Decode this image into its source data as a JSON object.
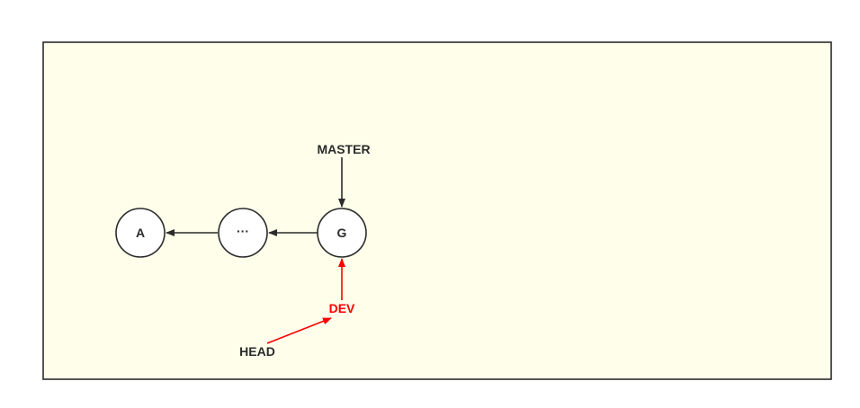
{
  "colors": {
    "background": "#ffffff",
    "panel_fill": "#fefeeb",
    "panel_border": "#2b2b2b",
    "node_fill": "#ffffff",
    "node_stroke": "#2b2b2b",
    "text": "#2b2b2b",
    "arrow_default": "#2b2b2b",
    "arrow_highlight": "#ff0000"
  },
  "diagram": {
    "nodes": [
      {
        "id": "A",
        "label": "A"
      },
      {
        "id": "ellipsis",
        "label": "···"
      },
      {
        "id": "G",
        "label": "G"
      }
    ],
    "refs": [
      {
        "id": "master",
        "label": "MASTER",
        "color": "#2b2b2b"
      },
      {
        "id": "dev",
        "label": "DEV",
        "color": "#ff0000"
      },
      {
        "id": "head",
        "label": "HEAD",
        "color": "#2b2b2b"
      }
    ],
    "edges": [
      {
        "from": "ellipsis",
        "to": "A",
        "color": "#2b2b2b"
      },
      {
        "from": "G",
        "to": "ellipsis",
        "color": "#2b2b2b"
      },
      {
        "from": "master",
        "to": "G",
        "color": "#2b2b2b"
      },
      {
        "from": "dev",
        "to": "G",
        "color": "#ff0000"
      },
      {
        "from": "head",
        "to": "dev",
        "color": "#ff0000"
      }
    ]
  }
}
